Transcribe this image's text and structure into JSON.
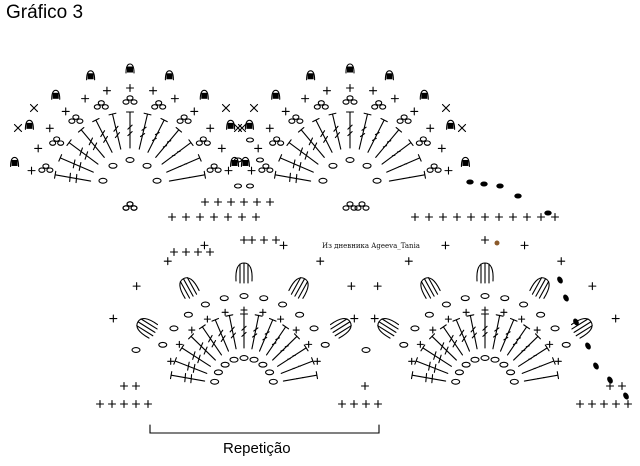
{
  "title": "Gráfico 3",
  "watermark": "Из дневника Ageeva_Tania",
  "repeat_label": "Repetição",
  "colors": {
    "ink": "#000000",
    "background": "#ffffff",
    "accent": "#8b5a2b"
  },
  "symbols": [
    "chain-stitch",
    "single-crochet",
    "double-crochet",
    "treble-crochet",
    "popcorn",
    "picot",
    "puff-stitch",
    "slip-stitch"
  ]
}
